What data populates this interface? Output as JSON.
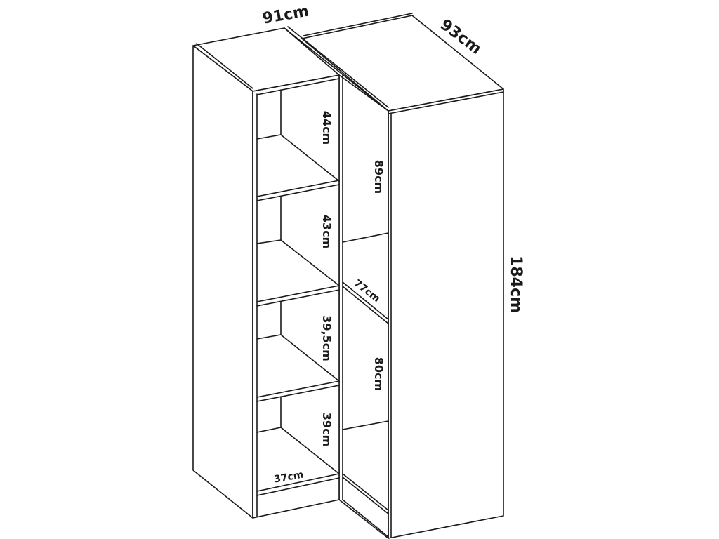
{
  "dimensions": {
    "width_left": "91cm",
    "width_right": "93cm",
    "height": "184cm",
    "shelf_1": "44cm",
    "shelf_2": "43cm",
    "shelf_3": "39,5cm",
    "shelf_4": "39cm",
    "corner_upper": "89cm",
    "corner_lower": "80cm",
    "corner_depth": "77cm",
    "shelf_depth": "37cm"
  },
  "colors": {
    "line": "#1a1a1a",
    "background": "#ffffff"
  }
}
